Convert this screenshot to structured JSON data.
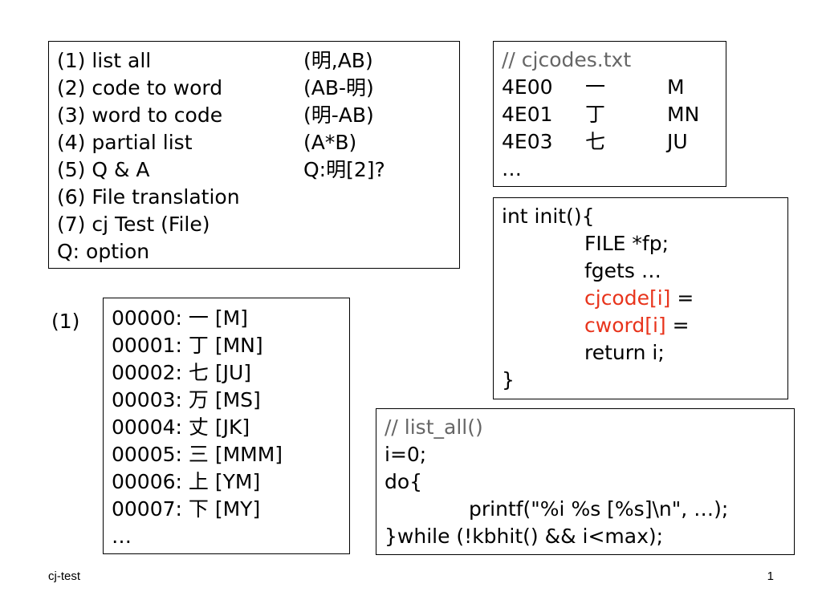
{
  "menu": {
    "rows": [
      {
        "left": "(1) list all",
        "right": "(明,AB)"
      },
      {
        "left": "(2) code to word",
        "right": "(AB-明)"
      },
      {
        "left": "(3) word to code",
        "right": "(明-AB)"
      },
      {
        "left": "(4) partial list",
        "right": "(A*B)"
      },
      {
        "left": "(5) Q & A",
        "right": "Q:明[2]?"
      },
      {
        "left": "(6) File translation",
        "right": ""
      },
      {
        "left": "(7) cj Test (File)",
        "right": ""
      },
      {
        "left": "Q: option",
        "right": ""
      }
    ]
  },
  "cjcodes": {
    "comment": "// cjcodes.txt",
    "rows": [
      {
        "hex": "4E00",
        "word": "一",
        "code": "M"
      },
      {
        "hex": "4E01",
        "word": "丁",
        "code": "MN"
      },
      {
        "hex": "4E03",
        "word": "七",
        "code": "JU"
      }
    ],
    "ellipsis": "…"
  },
  "init_code": {
    "line1": "int init(){",
    "line2": "FILE *fp;",
    "line3": "fgets …",
    "line4_red": "cjcode[i]",
    "line4_rest": " =",
    "line5_red": "cword[i]",
    "line5_rest": " =",
    "line6": "return i;",
    "line7": "}"
  },
  "list_output": {
    "label": "(1)",
    "rows": [
      "00000: 一 [M]",
      "00001: 丁 [MN]",
      "00002: 七 [JU]",
      "00003: 万 [MS]",
      "00004: 丈 [JK]",
      "00005: 三 [MMM]",
      "00006: 上 [YM]",
      "00007: 下 [MY]",
      "…"
    ]
  },
  "list_all_code": {
    "comment": "// list_all()",
    "line1": "i=0;",
    "line2": "do{",
    "line3": "printf(\"%i %s [%s]\\n\", …);",
    "line4": "}while (!kbhit() && i<max);"
  },
  "footer": {
    "title": "cj-test",
    "page_number": "1"
  },
  "colors": {
    "comment_gray": "#666666",
    "highlight_red": "#e8341c"
  }
}
